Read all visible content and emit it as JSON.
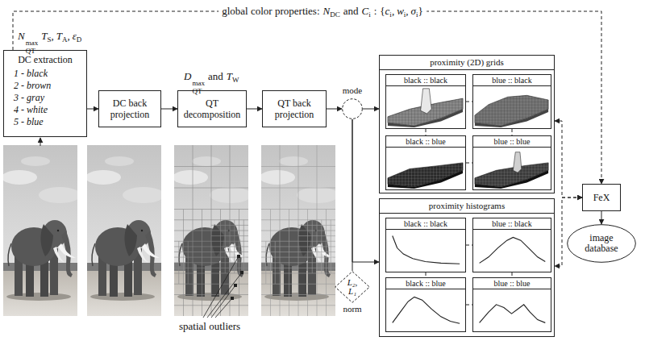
{
  "diagram": {
    "nodes": [
      {
        "text": [
          "DC extraction",
          "1 - black",
          "2 - brown",
          "3 - gray",
          "4 - white",
          "5 - blue"
        ]
      },
      {
        "text": [
          "DC back projection"
        ]
      },
      {
        "text": [
          "QT decomposition"
        ]
      },
      {
        "text": [
          "QT back projection"
        ]
      },
      {
        "text": [
          "mode"
        ]
      },
      {
        "text": [
          "L₂, L₁",
          "norm"
        ]
      },
      {
        "text": [
          "proximity (2D) grids"
        ]
      },
      {
        "text": [
          "black :: black"
        ],
        "in": 6
      },
      {
        "text": [
          "blue :: black"
        ],
        "in": 6
      },
      {
        "text": [
          "black :: blue"
        ],
        "in": 6
      },
      {
        "text": [
          "blue :: blue"
        ],
        "in": 6
      },
      {
        "text": [
          "proximity histograms"
        ]
      },
      {
        "text": [
          "black :: black"
        ],
        "in": 11
      },
      {
        "text": [
          "blue :: black"
        ],
        "in": 11
      },
      {
        "text": [
          "black :: blue"
        ],
        "in": 11
      },
      {
        "text": [
          "blue :: blue"
        ],
        "in": 11
      },
      {
        "text": [
          "FeX"
        ]
      },
      {
        "text": [
          "image database"
        ]
      }
    ],
    "edges": [
      {
        "from": 0,
        "to": 1,
        "arrow": "to"
      },
      {
        "from": 1,
        "to": 2,
        "arrow": "to"
      },
      {
        "from": 2,
        "to": 3,
        "arrow": "to"
      },
      {
        "from": 3,
        "to": 4,
        "arrow": "to"
      },
      {
        "from": 4,
        "to": 6,
        "arrow": "to"
      },
      {
        "from": 4,
        "to": 5,
        "arrow": "none"
      },
      {
        "from": 4,
        "to": 11,
        "arrow": "to"
      },
      {
        "from": 0,
        "to": 16,
        "arrow": "to",
        "label": "global color properties:"
      },
      {
        "from": 16,
        "to": 6,
        "arrow": "both"
      },
      {
        "from": 16,
        "to": 11,
        "arrow": "both"
      },
      {
        "from": 16,
        "to": 17,
        "arrow": "to"
      },
      {
        "from": 7,
        "to": 8,
        "arrow": "none"
      },
      {
        "from": 7,
        "to": 9,
        "arrow": "none"
      },
      {
        "from": 8,
        "to": 10,
        "arrow": "none"
      },
      {
        "from": 9,
        "to": 10,
        "arrow": "none"
      },
      {
        "from": 12,
        "to": 13,
        "arrow": "none"
      },
      {
        "from": 12,
        "to": 14,
        "arrow": "none"
      },
      {
        "from": 13,
        "to": 15,
        "arrow": "none"
      },
      {
        "from": 14,
        "to": 15,
        "arrow": "none"
      }
    ],
    "labels": [
      "N",
      "max",
      "QT",
      "T",
      "S",
      ",",
      "T",
      "A",
      ",",
      "ε",
      "D",
      "D",
      "max",
      "QT",
      "and",
      "T",
      "W",
      "N",
      "DC",
      "and",
      "C",
      "i",
      ":",
      "{",
      "c",
      "i",
      ",",
      "w",
      "i",
      ",",
      "σ",
      "i",
      "}",
      "spatial outliers"
    ]
  }
}
